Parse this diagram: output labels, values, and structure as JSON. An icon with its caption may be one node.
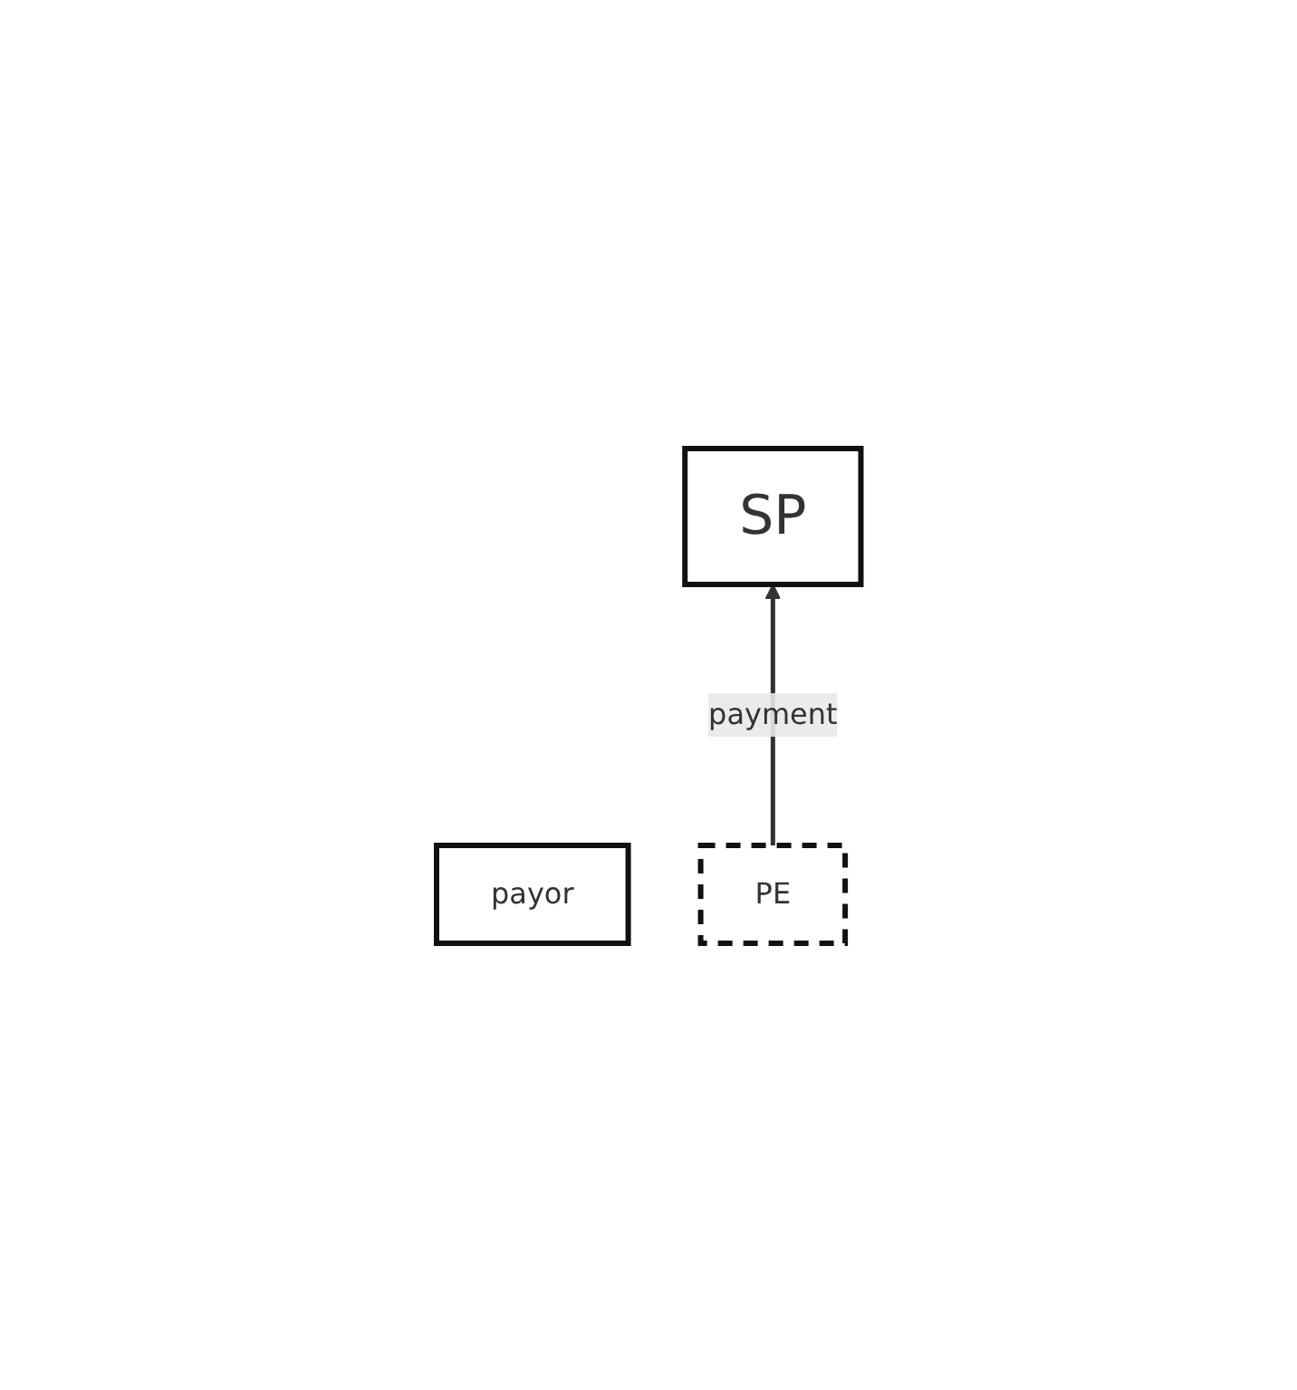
{
  "diagram": {
    "nodes": [
      {
        "text": [
          "SP"
        ]
      },
      {
        "text": [
          "payor"
        ]
      },
      {
        "text": [
          "PE"
        ]
      }
    ],
    "edges": [
      {
        "from": 2,
        "to": 0,
        "arrow": "to",
        "label": "payment"
      }
    ]
  }
}
